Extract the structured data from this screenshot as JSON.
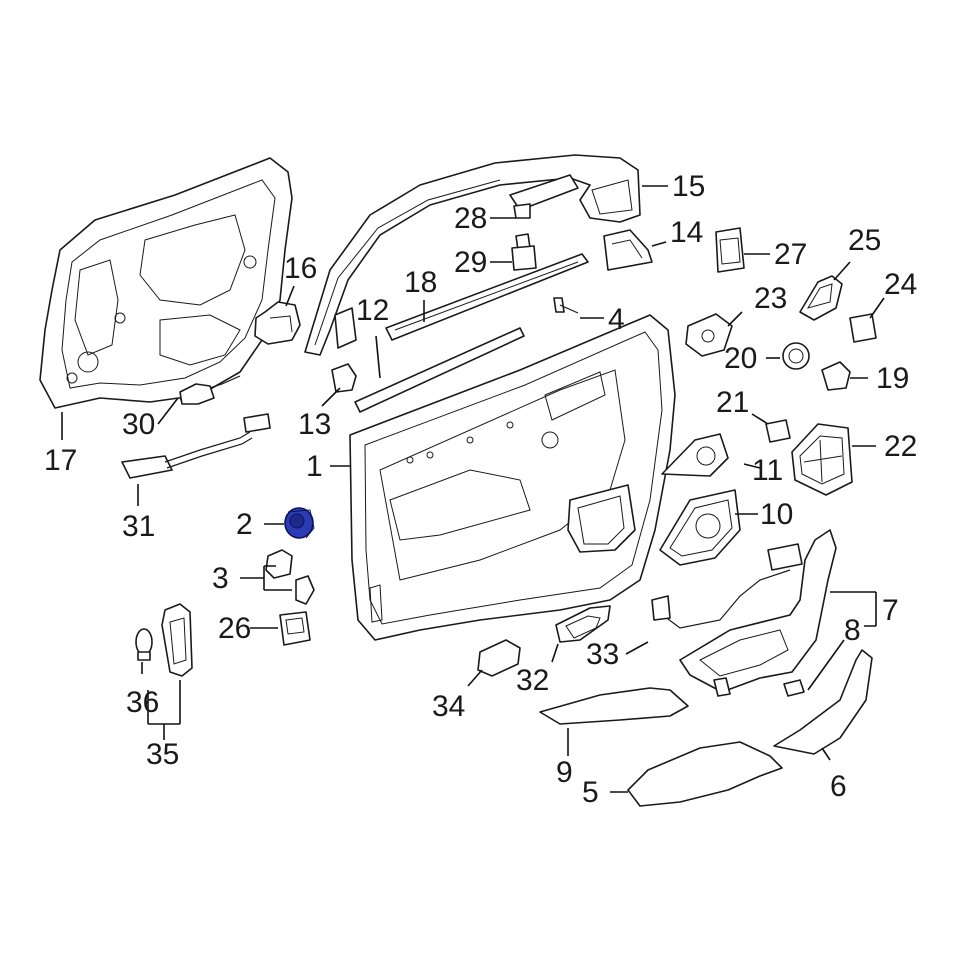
{
  "highlight_color": "#2b3bb5",
  "callouts": [
    {
      "id": "1",
      "label": "1"
    },
    {
      "id": "2",
      "label": "2",
      "highlighted": true
    },
    {
      "id": "3",
      "label": "3"
    },
    {
      "id": "4",
      "label": "4"
    },
    {
      "id": "5",
      "label": "5"
    },
    {
      "id": "6",
      "label": "6"
    },
    {
      "id": "7",
      "label": "7"
    },
    {
      "id": "8",
      "label": "8"
    },
    {
      "id": "9",
      "label": "9"
    },
    {
      "id": "10",
      "label": "10"
    },
    {
      "id": "11",
      "label": "11"
    },
    {
      "id": "12",
      "label": "12"
    },
    {
      "id": "13",
      "label": "13"
    },
    {
      "id": "14",
      "label": "14"
    },
    {
      "id": "15",
      "label": "15"
    },
    {
      "id": "16",
      "label": "16"
    },
    {
      "id": "17",
      "label": "17"
    },
    {
      "id": "18",
      "label": "18"
    },
    {
      "id": "19",
      "label": "19"
    },
    {
      "id": "20",
      "label": "20"
    },
    {
      "id": "21",
      "label": "21"
    },
    {
      "id": "22",
      "label": "22"
    },
    {
      "id": "23",
      "label": "23"
    },
    {
      "id": "24",
      "label": "24"
    },
    {
      "id": "25",
      "label": "25"
    },
    {
      "id": "26",
      "label": "26"
    },
    {
      "id": "27",
      "label": "27"
    },
    {
      "id": "28",
      "label": "28"
    },
    {
      "id": "29",
      "label": "29"
    },
    {
      "id": "30",
      "label": "30"
    },
    {
      "id": "31",
      "label": "31"
    },
    {
      "id": "32",
      "label": "32"
    },
    {
      "id": "33",
      "label": "33"
    },
    {
      "id": "34",
      "label": "34"
    },
    {
      "id": "35",
      "label": "35"
    },
    {
      "id": "36",
      "label": "36"
    }
  ]
}
